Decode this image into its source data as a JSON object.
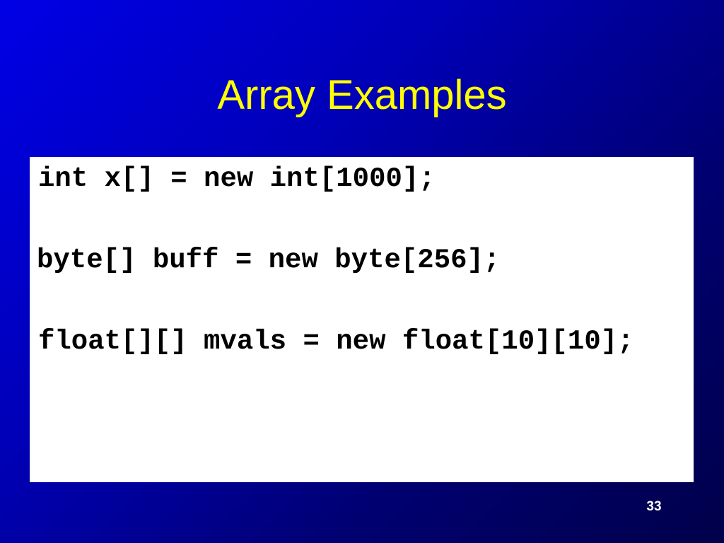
{
  "slide": {
    "title": "Array Examples",
    "code_lines": [
      "int x[] = new int[1000];",
      "byte[] buff = new byte[256];",
      "float[][] mvals = new float[10][10];"
    ],
    "page_number": "33"
  }
}
